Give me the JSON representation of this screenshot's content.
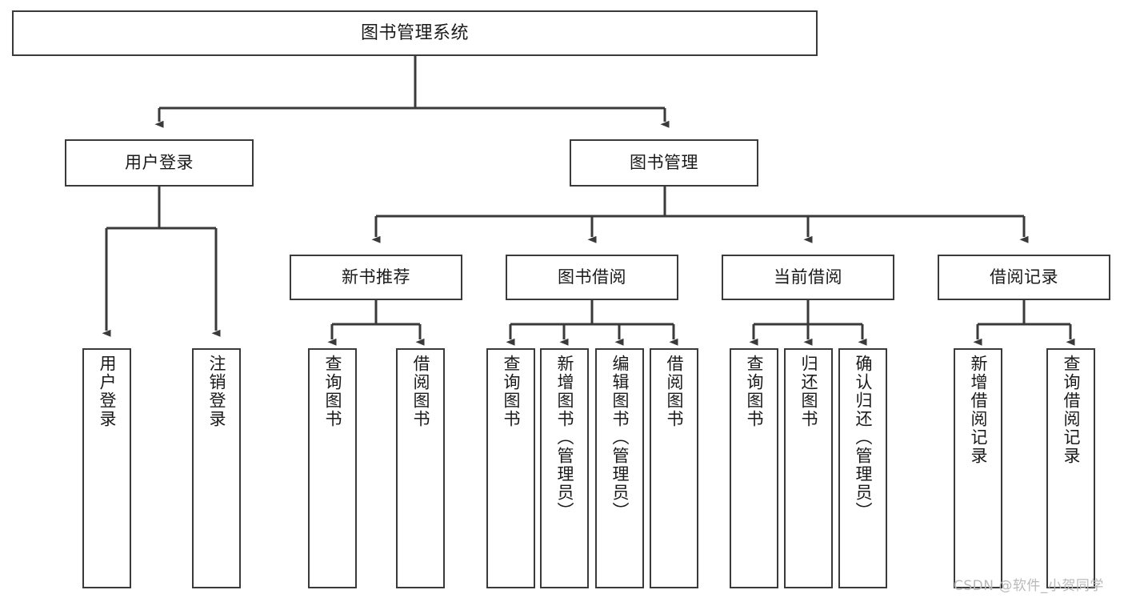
{
  "diagram": {
    "type": "tree",
    "title": "图书管理系统",
    "orientation": "top-down",
    "colors": {
      "node_border": "#3a3a3a",
      "node_fill": "#ffffff",
      "edge": "#3a3a3a",
      "text": "#1a1a1a",
      "watermark": "#b9b9b9"
    },
    "nodes": {
      "root": {
        "label": "图书管理系统"
      },
      "level2": [
        {
          "id": "user-login",
          "label": "用户登录"
        },
        {
          "id": "book-manage",
          "label": "图书管理"
        }
      ],
      "level3": [
        {
          "id": "new-book-recommend",
          "label": "新书推荐"
        },
        {
          "id": "book-borrow",
          "label": "图书借阅"
        },
        {
          "id": "current-borrow",
          "label": "当前借阅"
        },
        {
          "id": "borrow-record",
          "label": "借阅记录"
        }
      ],
      "leaves": {
        "user_login": [
          {
            "id": "leaf-user-login",
            "label": "用户登录"
          },
          {
            "id": "leaf-logout-login",
            "label": "注销登录"
          }
        ],
        "new_book_recommend": [
          {
            "id": "leaf-query-book-1",
            "label": "查询图书"
          },
          {
            "id": "leaf-borrow-book-1",
            "label": "借阅图书"
          }
        ],
        "book_borrow": [
          {
            "id": "leaf-query-book-2",
            "label": "查询图书"
          },
          {
            "id": "leaf-add-book-admin",
            "label": "新增图书（管理员）"
          },
          {
            "id": "leaf-edit-book-admin",
            "label": "编辑图书（管理员）"
          },
          {
            "id": "leaf-borrow-book-2",
            "label": "借阅图书"
          }
        ],
        "current_borrow": [
          {
            "id": "leaf-query-book-3",
            "label": "查询图书"
          },
          {
            "id": "leaf-return-book",
            "label": "归还图书"
          },
          {
            "id": "leaf-confirm-return-admin",
            "label": "确认归还（管理员）"
          }
        ],
        "borrow_record": [
          {
            "id": "leaf-add-borrow-record",
            "label": "新增借阅记录"
          },
          {
            "id": "leaf-query-borrow-record",
            "label": "查询借阅记录"
          }
        ]
      }
    },
    "watermark": "CSDN @软件_小贺同学"
  }
}
